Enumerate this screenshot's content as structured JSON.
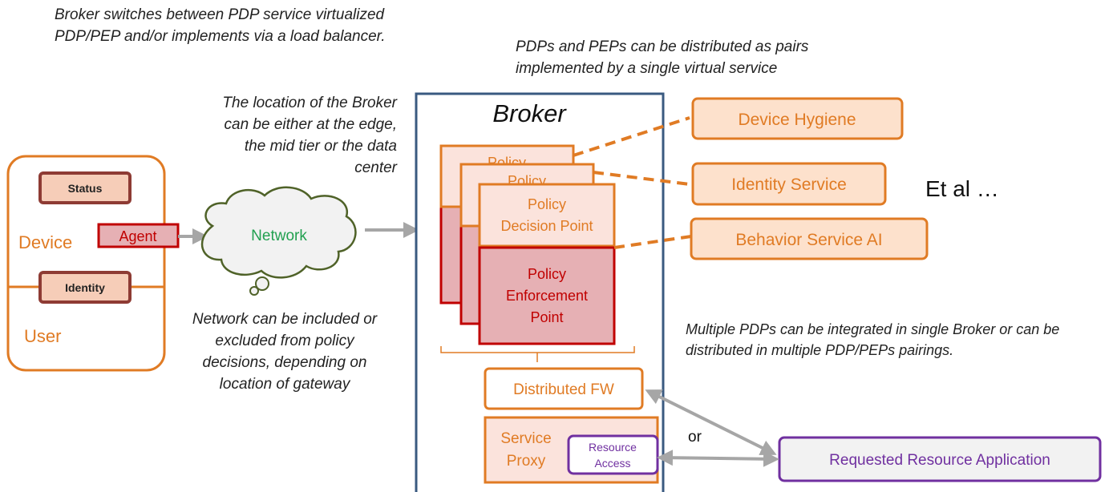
{
  "notes": {
    "broker_switches": "Broker switches between PDP service virtualized PDP/PEP and/or implements via a load balancer.",
    "pairs": "PDPs and PEPs can be distributed as pairs implemented by a single virtual service",
    "location": "The location of the Broker can be either at the edge, the mid tier or the data center",
    "network": "Network can be included or excluded from policy decisions, depending on location of gateway",
    "multiple": "Multiple PDPs can be integrated in single Broker or can be distributed in multiple PDP/PEPs pairings.",
    "or": "or"
  },
  "device": {
    "status": "Status",
    "agent": "Agent",
    "device_label": "Device",
    "identity": "Identity",
    "user_label": "User"
  },
  "network": {
    "label": "Network"
  },
  "broker": {
    "title": "Broker",
    "pdp_back1": "Policy",
    "pdp_back2": "Policy",
    "pdp_line1": "Policy",
    "pdp_line2": "Decision Point",
    "pep_line1": "Policy",
    "pep_line2": "Enforcement",
    "pep_line3": "Point",
    "distributed_fw": "Distributed FW",
    "service_proxy_line1": "Service",
    "service_proxy_line2": "Proxy",
    "resource_access_line1": "Resource",
    "resource_access_line2": "Access"
  },
  "services": {
    "device_hygiene": "Device Hygiene",
    "identity_service": "Identity Service",
    "behavior_service": "Behavior Service AI",
    "et_al": "Et al …"
  },
  "resource": {
    "label": "Requested Resource Application"
  },
  "colors": {
    "orange": "#e07b24",
    "dark_red": "#c00000",
    "broker_border": "#3a5a80",
    "purple": "#7030a0",
    "network_text": "#22a050",
    "cloud_border": "#4f6228",
    "arrow_gray": "#a6a6a6"
  }
}
